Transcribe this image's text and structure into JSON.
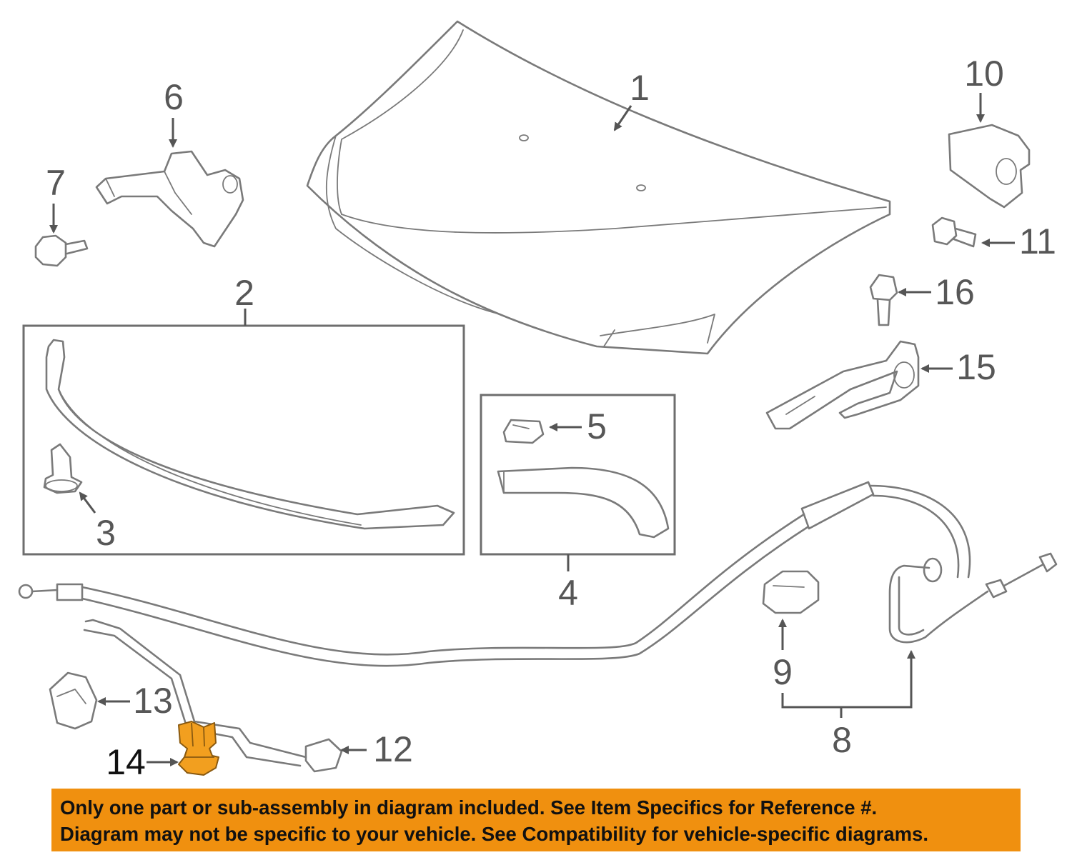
{
  "callouts": {
    "c1": "1",
    "c2": "2",
    "c3": "3",
    "c4": "4",
    "c5": "5",
    "c6": "6",
    "c7": "7",
    "c8": "8",
    "c9": "9",
    "c10": "10",
    "c11": "11",
    "c12": "12",
    "c13": "13",
    "c14": "14",
    "c15": "15",
    "c16": "16"
  },
  "highlight_color": "#f29f1f",
  "banner": {
    "line1": "Only one part or sub-assembly in diagram included. See Item Specifics for Reference #.",
    "line2": "Diagram may not be specific to your vehicle. See Compatibility for vehicle-specific diagrams.",
    "background": "#f0900f"
  }
}
